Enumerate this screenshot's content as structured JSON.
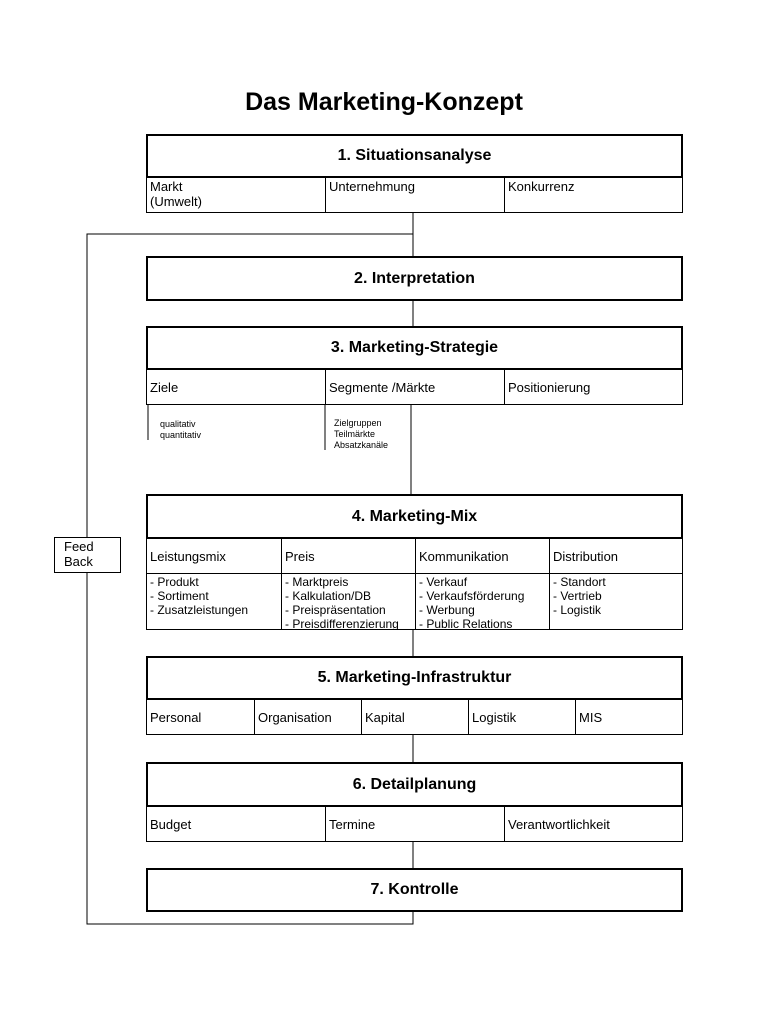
{
  "title": "Das Marketing-Konzept",
  "feedback": {
    "line1": "Feed",
    "line2": "Back"
  },
  "step1": {
    "title": "1. Situationsanalyse",
    "cells": [
      {
        "line1": "Markt",
        "line2": "(Umwelt)"
      },
      {
        "line1": "Unternehmung",
        "line2": ""
      },
      {
        "line1": "Konkurrenz",
        "line2": ""
      }
    ]
  },
  "step2": {
    "title": "2. Interpretation"
  },
  "step3": {
    "title": "3. Marketing-Strategie",
    "cells": [
      "Ziele",
      "Segmente /Märkte",
      "Positionierung"
    ],
    "ziele_sub": [
      "qualitativ",
      "quantitativ"
    ],
    "segmente_sub": [
      "Zielgruppen",
      "Teilmärkte",
      "Absatzkanäle"
    ]
  },
  "step4": {
    "title": "4. Marketing-Mix",
    "cells": [
      "Leistungsmix",
      "Preis",
      "Kommunikation",
      "Distribution"
    ],
    "lists": [
      [
        "- Produkt",
        "- Sortiment",
        "- Zusatzleistungen"
      ],
      [
        "- Marktpreis",
        "- Kalkulation/DB",
        "- Preispräsentation",
        "- Preisdifferenzierung"
      ],
      [
        "- Verkauf",
        "- Verkaufsförderung",
        "- Werbung",
        "- Public Relations"
      ],
      [
        "- Standort",
        "- Vertrieb",
        "- Logistik"
      ]
    ]
  },
  "step5": {
    "title": "5. Marketing-Infrastruktur",
    "cells": [
      "Personal",
      "Organisation",
      "Kapital",
      "Logistik",
      "MIS"
    ]
  },
  "step6": {
    "title": "6. Detailplanung",
    "cells": [
      "Budget",
      "Termine",
      "Verantwortlichkeit"
    ]
  },
  "step7": {
    "title": "7. Kontrolle"
  }
}
